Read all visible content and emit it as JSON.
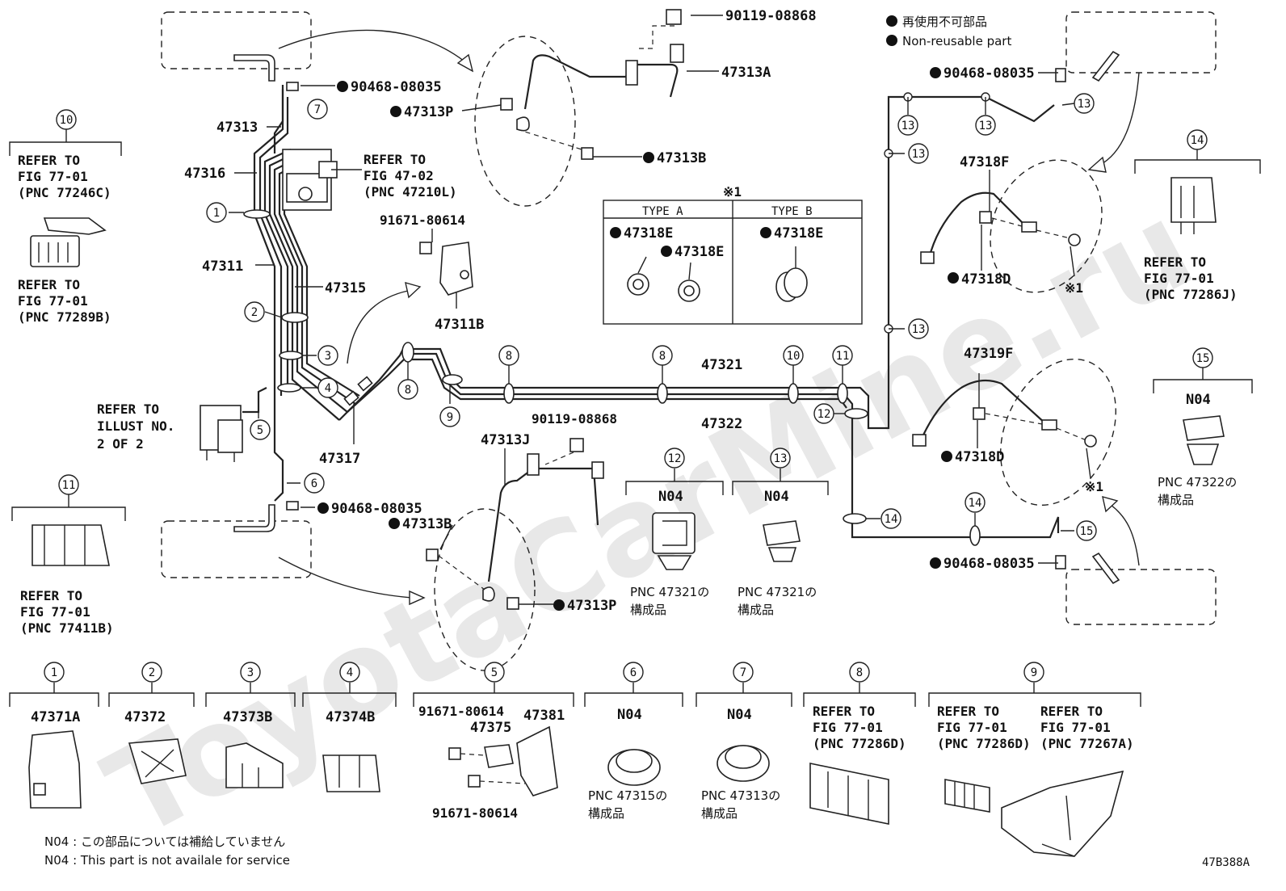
{
  "legend": {
    "ja": "再使用不可部品",
    "en": "Non-reusable part"
  },
  "diagram_id": "47B388A",
  "footnotes": {
    "ja": "N04 : この部品については補給していません",
    "en": "N04 : This part is not availale for service"
  },
  "watermark": "ToyotaCarMine.ru",
  "callouts": [
    "1",
    "2",
    "3",
    "4",
    "5",
    "6",
    "7",
    "8",
    "9",
    "10",
    "11",
    "12",
    "13",
    "14",
    "15"
  ],
  "parts": {
    "p90119_top": "90119-08868",
    "p47313A": "47313A",
    "p90468_a": "90468-08035",
    "p47313P_a": "47313P",
    "p47313": "47313",
    "p47313B_a": "47313B",
    "p47316": "47316",
    "p47311": "47311",
    "p47315": "47315",
    "p91671_a": "91671-80614",
    "p47311B": "47311B",
    "p47317": "47317",
    "p47321": "47321",
    "p47322": "47322",
    "p90119_mid": "90119-08868",
    "p47313J": "47313J",
    "p47313B_b": "47313B",
    "p47313P_b": "47313P",
    "p90468_b": "90468-08035",
    "p90468_c": "90468-08035",
    "p90468_d": "90468-08035",
    "p47318F": "47318F",
    "p47318D_a": "47318D",
    "p47319F": "47319F",
    "p47318D_b": "47318D",
    "type_mark": "※1",
    "type_a": "TYPE A",
    "type_b": "TYPE B",
    "p47318E_1": "47318E",
    "p47318E_2": "47318E",
    "p47318E_3": "47318E",
    "x1_a": "※1",
    "x1_b": "※1"
  },
  "refers": {
    "r47_02": [
      "REFER TO",
      "FIG 47-02",
      "(PNC 47210L)"
    ],
    "r10": [
      "REFER TO",
      "FIG 77-01",
      "(PNC 77246C)"
    ],
    "r10b": [
      "REFER TO",
      "FIG 77-01",
      "(PNC 77289B)"
    ],
    "r_illust": [
      "REFER TO",
      "ILLUST NO.",
      "2 OF 2"
    ],
    "r11": [
      "REFER TO",
      "FIG 77-01",
      "(PNC 77411B)"
    ],
    "r14": [
      "REFER TO",
      "FIG 77-01",
      "(PNC 77286J)"
    ],
    "r8": [
      "REFER TO",
      "FIG 77-01",
      "(PNC 77286D)"
    ],
    "r9a": [
      "REFER TO",
      "FIG 77-01",
      "(PNC 77286D)"
    ],
    "r9b": [
      "REFER TO",
      "FIG 77-01",
      "(PNC 77267A)"
    ]
  },
  "boxes": {
    "b12": {
      "code": "N04",
      "pnc": "PNC 47321の",
      "pnc2": "構成品"
    },
    "b13": {
      "code": "N04",
      "pnc": "PNC 47321の",
      "pnc2": "構成品"
    },
    "b15": {
      "code": "N04",
      "pnc": "PNC 47322の",
      "pnc2": "構成品"
    },
    "b1": "47371A",
    "b2": "47372",
    "b3": "47373B",
    "b4": "47374B",
    "b5": {
      "a": "91671-80614",
      "b": "47381",
      "c": "47375",
      "d": "91671-80614"
    },
    "b6": {
      "code": "N04",
      "pnc": "PNC 47315の",
      "pnc2": "構成品"
    },
    "b7": {
      "code": "N04",
      "pnc": "PNC 47313の",
      "pnc2": "構成品"
    }
  }
}
